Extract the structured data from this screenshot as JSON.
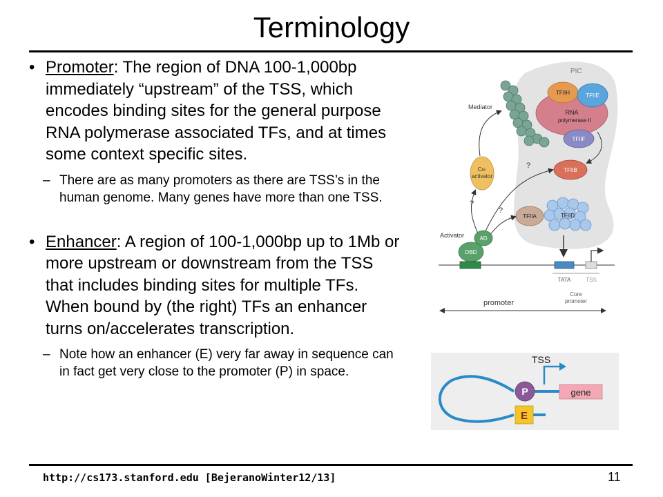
{
  "slide": {
    "title": "Terminology",
    "footer_url": "http://cs173.stanford.edu [BejeranoWinter12/13]",
    "page_number": "11"
  },
  "bullets": [
    {
      "term": "Promoter",
      "text": ": The region of DNA 100-1,000bp immediately “upstream” of the TSS, which encodes binding sites for the general purpose RNA polymerase associated TFs, and at times some context specific sites.",
      "sub": "There are as many promoters as there are TSS’s in the human genome. Many genes have more than one TSS."
    },
    {
      "term": "Enhancer",
      "text": ": A region of 100-1,000bp up to 1Mb or more upstream or downstream from the TSS that includes binding sites for multiple TFs. When bound by (the right) TFs an enhancer turns on/accelerates transcription.",
      "sub": "Note how an enhancer (E) very far away in sequence can in fact get very close to the promoter (P) in space."
    }
  ],
  "figure_pic": {
    "pic_label": "PIC",
    "mediator": "Mediator",
    "tfiih": "TFIIH",
    "tfiie": "TFIIE",
    "rna_pol_1": "RNA",
    "rna_pol_2": "polymerase II",
    "tfiif": "TFIIF",
    "coactivator_1": "Co-",
    "coactivator_2": "activator",
    "q1": "?",
    "q2": "?",
    "q3": "?",
    "tfiib": "TFIIB",
    "tfiia": "TFIIA",
    "tfiid": "TFIID",
    "activator": "Activator",
    "ad": "AD",
    "dbd": "DBD",
    "tata": "TATA",
    "tss": "TSS",
    "core_1": "Core",
    "core_2": "promoter",
    "promoter": "promoter"
  },
  "figure_loop": {
    "tss": "TSS",
    "gene": "gene",
    "p": "P",
    "e": "E"
  },
  "colors": {
    "pic_bg": "#e3e3e3",
    "mediator": "#7aa594",
    "pol2": "#d57f8d",
    "tfiih": "#e69a50",
    "tfiie": "#5aa5dc",
    "tfiif": "#8a8ac4",
    "tfiib": "#d9705a",
    "coactivator": "#f0c060",
    "tfiid": "#a8c8ec",
    "activator": "#5aa06a",
    "tata": "#4a8ac0",
    "gene": "#f4a8b4",
    "p": "#8a5a98",
    "e": "#f2c62a",
    "loop": "#2a8ac8"
  }
}
